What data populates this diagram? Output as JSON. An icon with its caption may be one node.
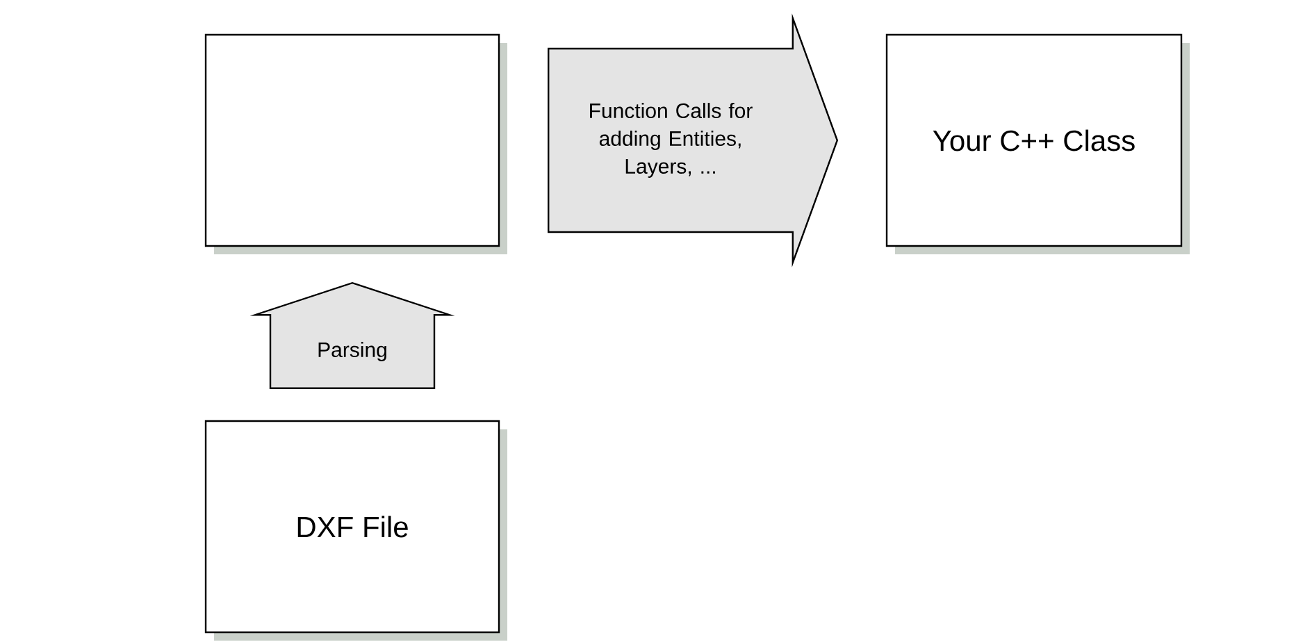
{
  "diagram": {
    "nodes": [
      {
        "text": [],
        "shape": "box"
      },
      {
        "text": [
          "Your C++ Class"
        ]
      },
      {
        "text": [
          "DXF File"
        ]
      }
    ],
    "edges": [
      {
        "from": 0,
        "to": 1,
        "arrow": "to",
        "label": "Function Calls for adding Entities, Layers, ..."
      },
      {
        "from": 2,
        "to": 0,
        "arrow": "to",
        "label": "Parsing"
      }
    ]
  }
}
